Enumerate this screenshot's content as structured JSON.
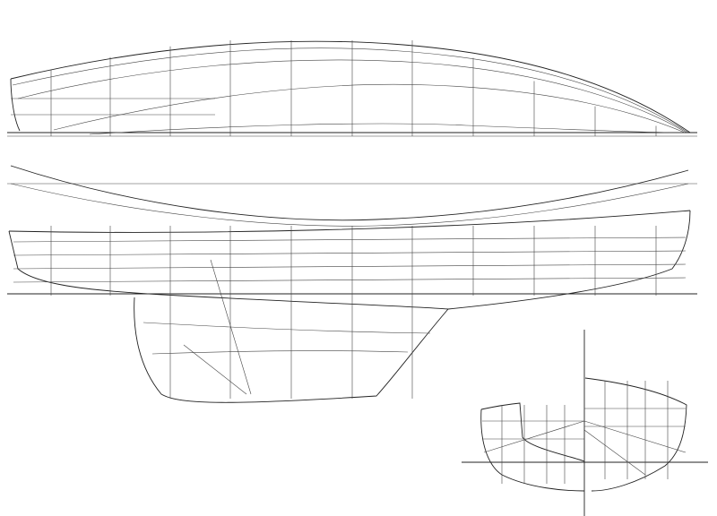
{
  "drawing": {
    "line_color": "#222222",
    "background": "#ffffff",
    "views": [
      "half-breadth-plan",
      "profile",
      "body-plan"
    ]
  }
}
